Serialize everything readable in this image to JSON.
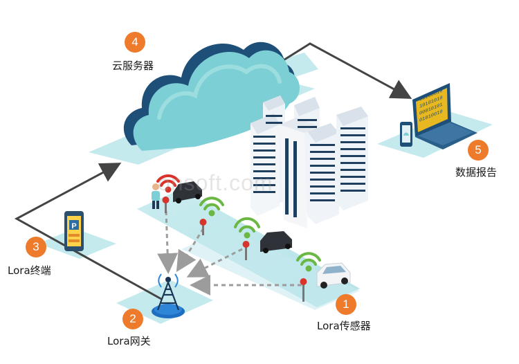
{
  "nodes": [
    {
      "id": "cloud-server",
      "number": "4",
      "label": "云服务器"
    },
    {
      "id": "data-report",
      "number": "5",
      "label": "数据报告"
    },
    {
      "id": "lora-terminal",
      "number": "3",
      "label": "Lora终端"
    },
    {
      "id": "lora-gateway",
      "number": "2",
      "label": "Lora网关"
    },
    {
      "id": "lora-sensor",
      "number": "1",
      "label": "Lora传感器"
    }
  ],
  "watermark": "onsoft.com",
  "laptop_screen": {
    "rows": [
      "01100010",
      "10101010",
      "00010101",
      "01010010"
    ]
  },
  "phone_sign": {
    "glyph": "P"
  },
  "colors": {
    "badge": "#ee7a2b",
    "platform": "#bfe8ec",
    "cloud_front": "#7ccfd4",
    "cloud_back": "#1e4f78",
    "signal_red": "#d9342b",
    "signal_green": "#6ab744",
    "arrow_dark": "#444444",
    "arrow_dashed": "#9c9c9c",
    "building": "#1f3f5e"
  }
}
